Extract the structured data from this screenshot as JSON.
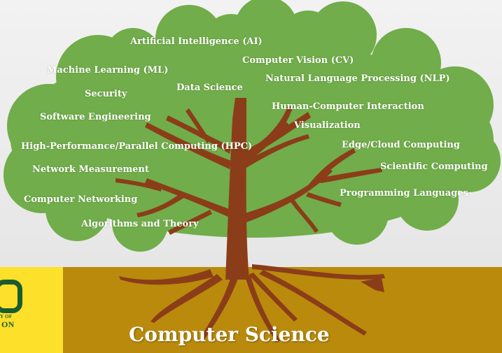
{
  "colors": {
    "foliage": "#71ad4a",
    "trunk": "#8b3d19",
    "ground": "#b98a0c",
    "logo_panel": "#fde02a",
    "logo_ink": "#1a5c2e",
    "label_text": "#ffffff"
  },
  "logo": {
    "line1": "Y OF",
    "line2": "ON"
  },
  "topics": {
    "ai": "Artificial Intelligence (AI)",
    "cv": "Computer Vision (CV)",
    "ml": "Machine Learning (ML)",
    "nlp": "Natural Language Processing (NLP)",
    "security": "Security",
    "data_science": "Data Science",
    "hci": "Human-Computer Interaction",
    "software_engineering": "Software Engineering",
    "visualization": "Visualization",
    "hpc": "High-Performance/Parallel Computing (HPC)",
    "edge_cloud": "Edge/Cloud Computing",
    "network_measurement": "Network Measurement",
    "scientific_computing": "Scientific Computing",
    "computer_networking": "Computer Networking",
    "programming_languages": "Programming Languages",
    "algorithms_theory": "Algorithms and Theory"
  },
  "title": "Computer Science"
}
